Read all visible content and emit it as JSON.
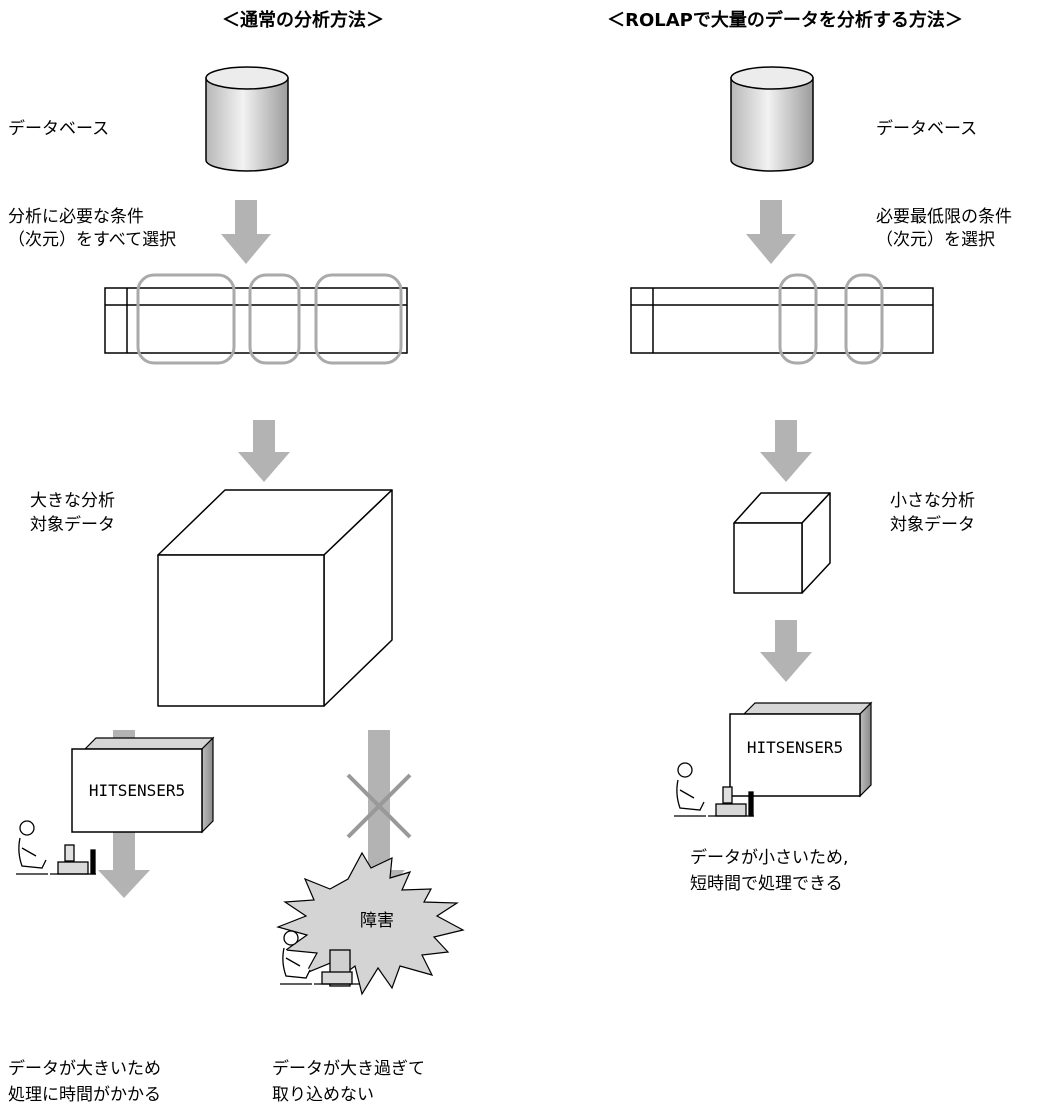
{
  "left": {
    "title": "＜通常の分析方法＞",
    "database_label": "データベース",
    "select_label_1": "分析に必要な条件",
    "select_label_2": "（次元）をすべて選択",
    "cube_label_1": "大きな分析",
    "cube_label_2": "対象データ",
    "monitor_text": "HITSENSER5",
    "burst_text": "障害",
    "result_ok_1": "データが大きいため",
    "result_ok_2": "処理に時間がかかる",
    "result_fail_1": "データが大き過ぎて",
    "result_fail_2": "取り込めない"
  },
  "right": {
    "title": "＜ROLAPで大量のデータを分析する方法＞",
    "database_label": "データベース",
    "select_label_1": "必要最低限の条件",
    "select_label_2": "（次元）を選択",
    "cube_label_1": "小さな分析",
    "cube_label_2": "対象データ",
    "monitor_text": "HITSENSER5",
    "result_1": "データが小さいため,",
    "result_2": "短時間で処理できる"
  },
  "colors": {
    "arrow": "#b3b3b3",
    "selection": "#aaaaaa",
    "cross": "#999999"
  }
}
